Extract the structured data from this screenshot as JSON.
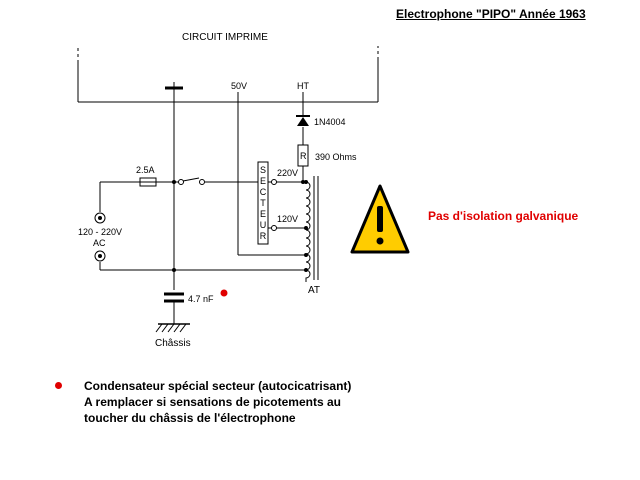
{
  "header": {
    "title": "Electrophone \"PIPO\" Année 1963"
  },
  "board": {
    "label": "CIRCUIT IMPRIME",
    "tap_50v": "50V",
    "tap_ht": "HT"
  },
  "components": {
    "diode": "1N4004",
    "resistor_symbol": "R",
    "resistor_value": "390 Ohms",
    "fuse": "2.5A",
    "tap_220": "220V",
    "tap_120": "120V",
    "selector_letters": [
      "S",
      "E",
      "C",
      "T",
      "E",
      "U",
      "R"
    ],
    "transformer": "AT",
    "capacitor": "4.7 nF",
    "chassis": "Châssis",
    "mains_line1": "120 - 220V",
    "mains_line2": "AC"
  },
  "warning": {
    "text": "Pas d'isolation galvanique",
    "color": "#e00000",
    "icon": "warning-triangle-icon"
  },
  "note": {
    "lines": [
      "Condensateur spécial secteur (autocicatrisant)",
      "A remplacer si sensations de picotements au",
      "toucher du châssis de l'électrophone"
    ]
  }
}
